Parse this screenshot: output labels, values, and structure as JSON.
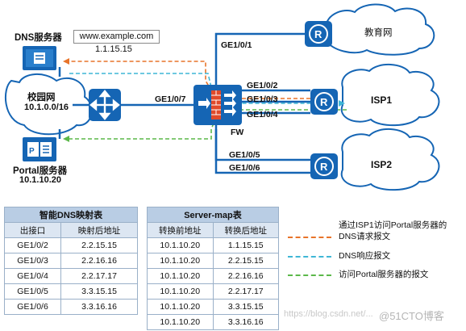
{
  "dns_server": {
    "label": "DNS服务器",
    "url": "www.example.com",
    "ip": "1.1.15.15"
  },
  "campus": {
    "label": "校园网",
    "subnet": "10.1.0.0/16"
  },
  "portal_server": {
    "label": "Portal服务器",
    "ip": "10.1.10.20"
  },
  "firewall": {
    "label": "FW"
  },
  "interfaces": {
    "uplink": "GE1/0/7",
    "edu": "GE1/0/1",
    "isp1_a": "GE1/0/2",
    "isp1_b": "GE1/0/3",
    "isp1_c": "GE1/0/4",
    "isp2_a": "GE1/0/5",
    "isp2_b": "GE1/0/6"
  },
  "clouds": {
    "edu": "教育网",
    "isp1": "ISP1",
    "isp2": "ISP2"
  },
  "colors": {
    "orange": "#e8742a",
    "cyan": "#3fb7d6",
    "green": "#5cb84a",
    "device": "#1565b4",
    "fw_red": "#e04a2a"
  },
  "dns_table": {
    "title": "智能DNS映射表",
    "headers": [
      "出接口",
      "映射后地址"
    ],
    "rows": [
      [
        "GE1/0/2",
        "2.2.15.15"
      ],
      [
        "GE1/0/3",
        "2.2.16.16"
      ],
      [
        "GE1/0/4",
        "2.2.17.17"
      ],
      [
        "GE1/0/5",
        "3.3.15.15"
      ],
      [
        "GE1/0/6",
        "3.3.16.16"
      ]
    ]
  },
  "server_map": {
    "title": "Server-map表",
    "headers": [
      "转换前地址",
      "转换后地址"
    ],
    "rows": [
      [
        "10.1.10.20",
        "1.1.15.15"
      ],
      [
        "10.1.10.20",
        "2.2.15.15"
      ],
      [
        "10.1.10.20",
        "2.2.16.16"
      ],
      [
        "10.1.10.20",
        "2.2.17.17"
      ],
      [
        "10.1.10.20",
        "3.3.15.15"
      ],
      [
        "10.1.10.20",
        "3.3.16.16"
      ]
    ]
  },
  "legend": [
    {
      "text": "通过ISP1访问Portal服务器的DNS请求报文",
      "line1": "通过ISP1访问Portal服务器的",
      "line2": "DNS请求报文",
      "color": "#e8742a"
    },
    {
      "text": "DNS响应报文",
      "color": "#3fb7d6"
    },
    {
      "text": "访问Portal服务器的报文",
      "color": "#5cb84a"
    }
  ],
  "watermark": {
    "text1": "https://blog.csdn.net/...",
    "text2": "@51CTO博客"
  }
}
